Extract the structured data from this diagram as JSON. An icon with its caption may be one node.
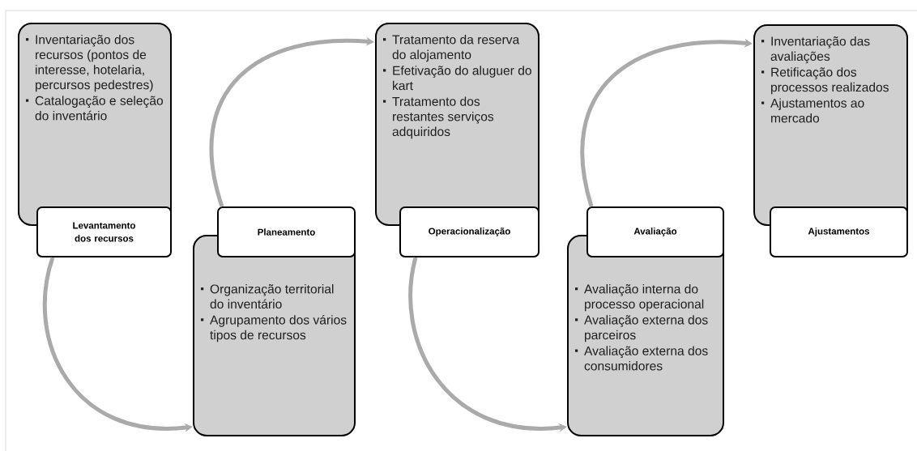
{
  "diagram": {
    "nodes": [
      {
        "text": [
          "Inventariação dos recursos (pontos de interesse, hotelaria, percursos pedestres)",
          "Catalogação e seleção do inventário"
        ]
      },
      {
        "text": [
          "Levantamento dos recursos"
        ]
      },
      {
        "text": [
          "Organização territorial do inventário",
          "Agrupamento dos vários tipos de recursos"
        ]
      },
      {
        "text": [
          "Planeamento"
        ]
      },
      {
        "text": [
          "Tratamento da reserva do alojamento",
          "Efetivação do aluguer do kart",
          "Tratamento dos restantes serviços adquiridos"
        ]
      },
      {
        "text": [
          "Operacionalização"
        ]
      },
      {
        "text": [
          "Avaliação interna do processo operacional",
          "Avaliação externa dos parceiros",
          "Avaliação externa dos consumidores"
        ]
      },
      {
        "text": [
          "Avaliação"
        ]
      },
      {
        "text": [
          "Inventariação das avaliações",
          "Retificação dos processos realizados",
          "Ajustamentos ao mercado"
        ]
      },
      {
        "text": [
          "Ajustamentos"
        ]
      }
    ],
    "edges": [
      {
        "from": 1,
        "to": 2,
        "arrow": "to"
      },
      {
        "from": 3,
        "to": 4,
        "arrow": "to"
      },
      {
        "from": 5,
        "to": 6,
        "arrow": "to"
      },
      {
        "from": 7,
        "to": 8,
        "arrow": "to"
      }
    ]
  }
}
